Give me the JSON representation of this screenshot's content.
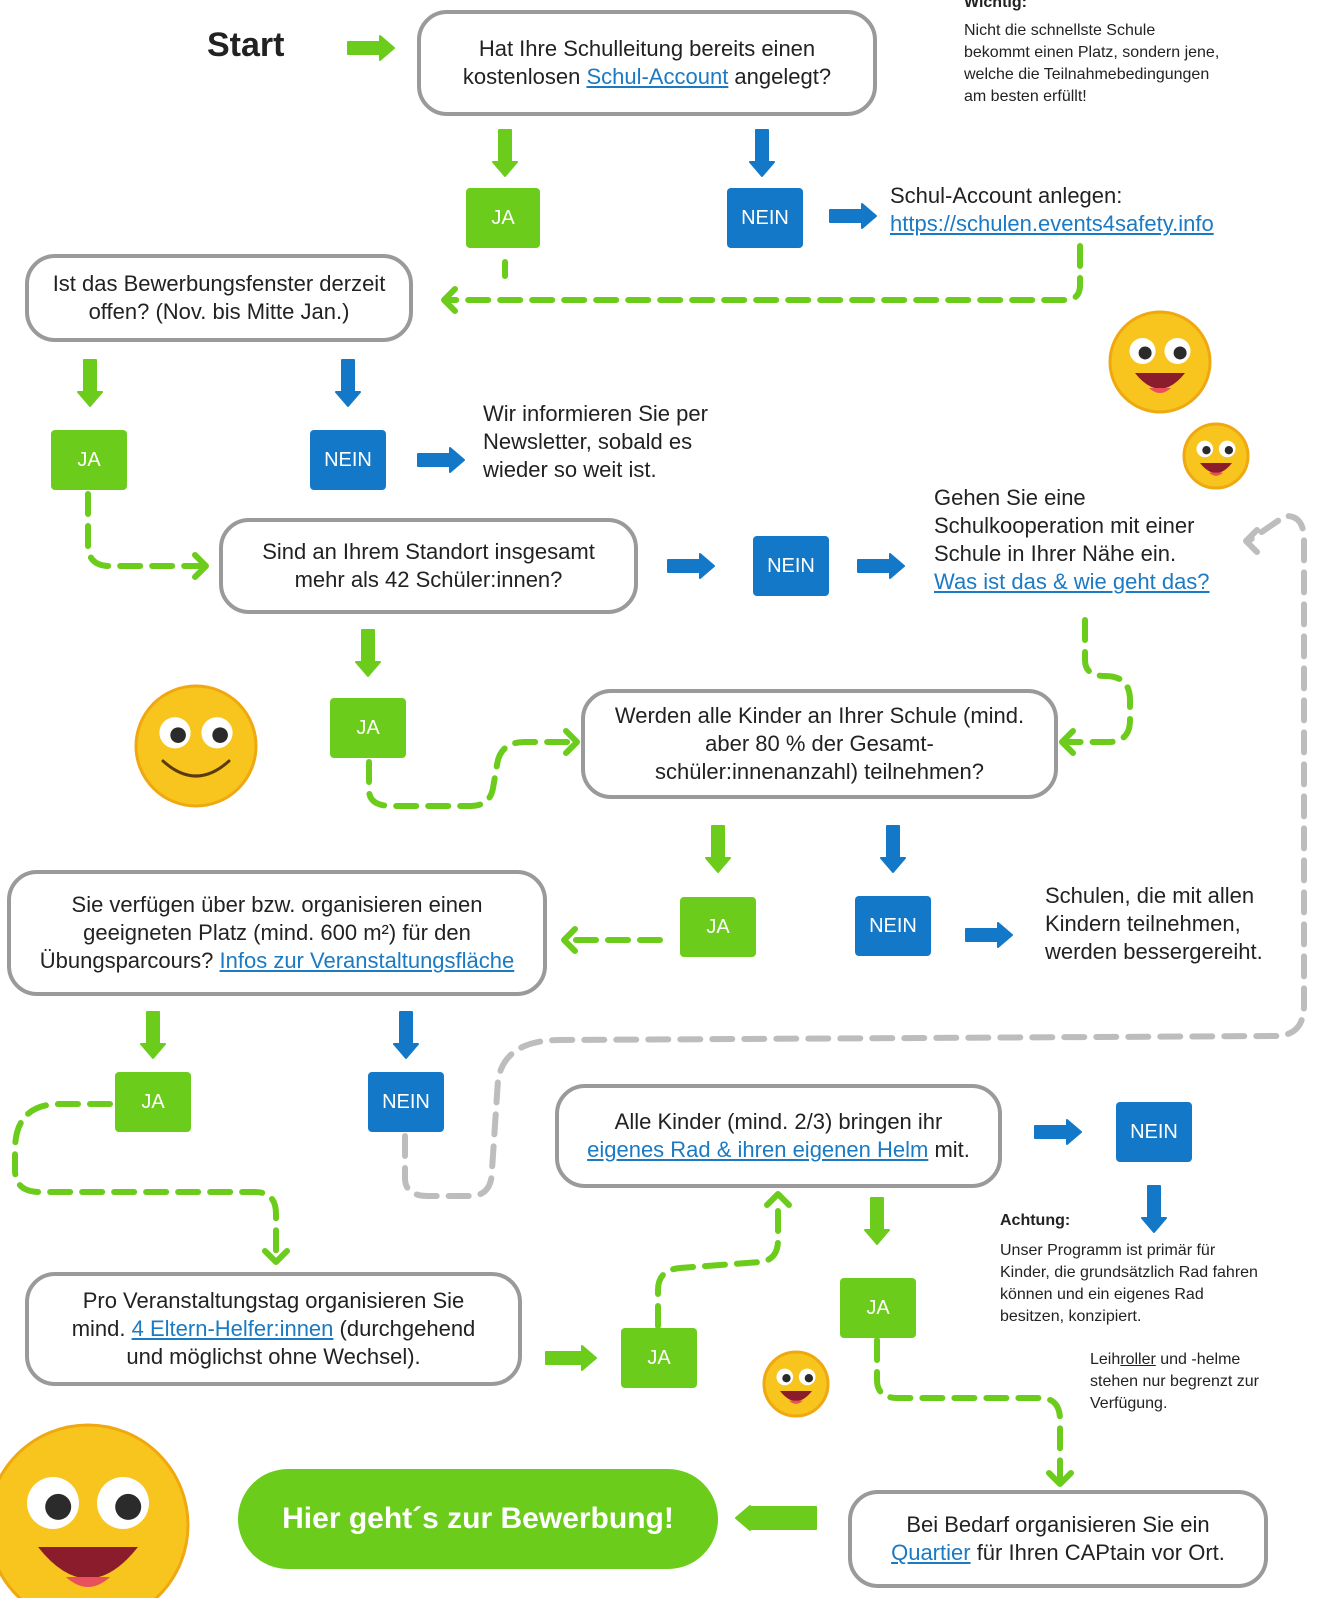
{
  "colors": {
    "green": "#6ccc1c",
    "blue": "#1378c7",
    "dashed_gray": "#bdbdbd",
    "border": "#9a9a9a",
    "link": "#1a7ac4"
  },
  "start": {
    "label": "Start"
  },
  "important": {
    "heading": "Wichtig:",
    "lines": [
      "Nicht die schnellste Schule",
      "bekommt einen Platz, sondern jene,",
      "welche die Teilnahmebedingungen",
      "am besten erfüllt!"
    ]
  },
  "q1": {
    "pre": "Hat Ihre Schulleitung bereits einen",
    "mid": "kostenlosen ",
    "link": "Schul-Account",
    "post": " angelegt?"
  },
  "q1_ja": "JA",
  "q1_nein": "NEIN",
  "schul_account": {
    "label": "Schul-Account anlegen:",
    "url": "https://schulen.events4safety.info"
  },
  "q2": {
    "lines": [
      "Ist das Bewerbungsfenster derzeit",
      "offen? (Nov. bis Mitte Jan.)"
    ]
  },
  "q2_ja": "JA",
  "q2_nein": "NEIN",
  "newsletter": {
    "lines": [
      "Wir informieren Sie per",
      "Newsletter, sobald es",
      "wieder so weit ist."
    ]
  },
  "q3": {
    "lines": [
      "Sind an Ihrem Standort insgesamt",
      "mehr als 42 Schüler:innen?"
    ]
  },
  "q3_nein": "NEIN",
  "q3_ja": "JA",
  "kooperation": {
    "lines": [
      "Gehen Sie eine",
      "Schulkooperation mit einer",
      "Schule in Ihrer Nähe ein."
    ],
    "link": "Was ist das & wie geht das?"
  },
  "q4": {
    "lines": [
      "Werden alle Kinder an Ihrer Schule (mind.",
      "aber 80 % der Gesamt-",
      "schüler:innenanzahl) teilnehmen?"
    ]
  },
  "q4_ja": "JA",
  "q4_nein": "NEIN",
  "besser": {
    "lines": [
      "Schulen, die mit allen",
      "Kindern teilnehmen,",
      "werden bessergereiht."
    ]
  },
  "q5": {
    "lines": [
      "Sie verfügen über bzw. organisieren einen",
      "geeigneten Platz (mind. 600 m²) für den"
    ],
    "pre": "Übungsparcours? ",
    "link": "Infos zur Veranstaltungsfläche"
  },
  "q5_ja": "JA",
  "q5_nein": "NEIN",
  "q6": {
    "line1": "Alle Kinder (mind. 2/3) bringen ihr",
    "link": "eigenes Rad & ihren eigenen Helm",
    "post": " mit."
  },
  "q6_nein": "NEIN",
  "q6_ja": "JA",
  "achtung": {
    "heading": "Achtung:",
    "lines": [
      "Unser Programm ist primär für",
      "Kinder, die grundsätzlich Rad fahren",
      "können und ein eigenes Rad",
      "besitzen, konzipiert."
    ],
    "roller_pre": "Leih",
    "roller_link": "roller",
    "roller_post": " und -helme",
    "roller_lines": [
      "stehen nur begrenzt zur",
      "Verfügung."
    ]
  },
  "q7": {
    "line1": "Pro Veranstaltungstag organisieren Sie",
    "pre": "mind. ",
    "link": "4 Eltern-Helfer:innen",
    "post": " (durchgehend",
    "line3": "und möglichst ohne Wechsel)."
  },
  "q7_ja": "JA",
  "quartier": {
    "line1": "Bei Bedarf organisieren Sie ein",
    "link": "Quartier",
    "post": " für Ihren CAPtain vor Ort."
  },
  "cta": {
    "label": "Hier geht´s zur Bewerbung!"
  }
}
